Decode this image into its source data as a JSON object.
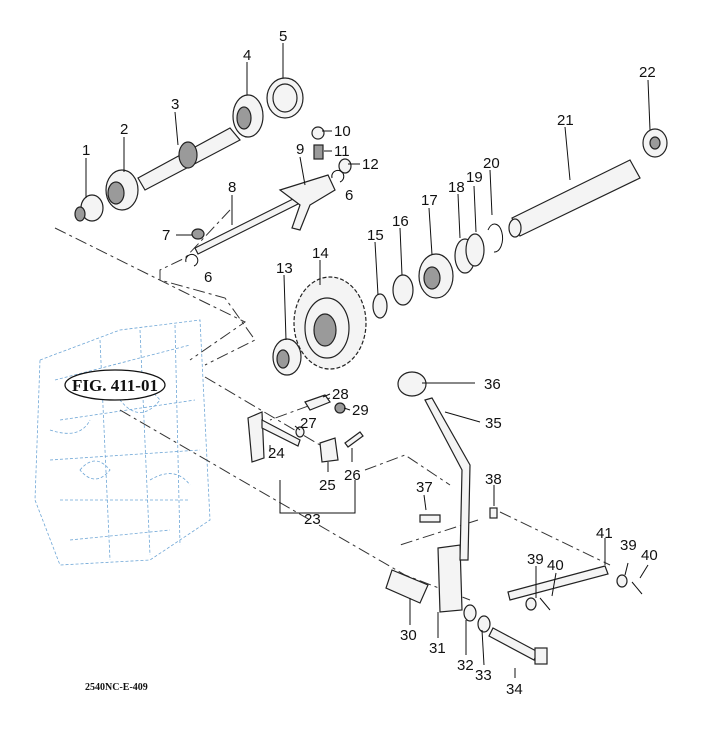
{
  "figure_ref": "FIG. 411-01",
  "drawing_code": "2540NC-E-409",
  "part_labels": [
    "1",
    "2",
    "3",
    "4",
    "5",
    "6",
    "7",
    "8",
    "9",
    "10",
    "11",
    "12",
    "6",
    "13",
    "14",
    "15",
    "16",
    "17",
    "18",
    "19",
    "20",
    "21",
    "22",
    "23",
    "24",
    "25",
    "26",
    "27",
    "28",
    "29",
    "30",
    "31",
    "32",
    "33",
    "34",
    "35",
    "36",
    "37",
    "38",
    "39",
    "39",
    "40",
    "40",
    "41"
  ]
}
